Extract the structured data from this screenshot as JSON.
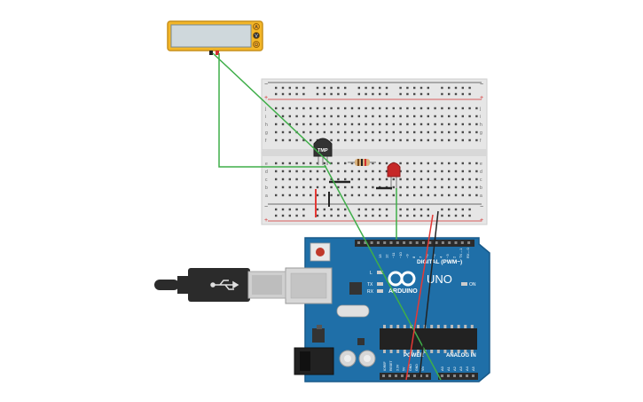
{
  "multimeter": {
    "mode_buttons": [
      "A",
      "V",
      "Ω"
    ],
    "colors": {
      "body": "#f4b728",
      "display": "#cfd8dc",
      "border": "#c8901a"
    }
  },
  "breadboard": {
    "row_letters_top": [
      "j",
      "i",
      "h",
      "g",
      "f"
    ],
    "row_letters_bottom": [
      "e",
      "d",
      "c",
      "b",
      "a"
    ],
    "rail_plus": "+",
    "rail_minus": "−",
    "column_count": 30,
    "colors": {
      "body": "#e6e6e6",
      "rail_red": "#d32f2f",
      "rail_black": "#424242",
      "hole": "#4a4a4a"
    }
  },
  "sensor": {
    "label": "TMP"
  },
  "arduino": {
    "brand": "ARDUINO",
    "model": "UNO",
    "digital_label": "DIGITAL (PWM~)",
    "analog_label": "ANALOG IN",
    "power_label": "POWER",
    "on_label": "ON",
    "tx_label": "TX",
    "rx_label": "RX",
    "l_label": "L",
    "ioref": "IOREF",
    "aref": "AREF",
    "gnd": "GND",
    "digital_pins": [
      "13",
      "12",
      "~11",
      "~10",
      "~9",
      "8",
      "7",
      "~6",
      "~5",
      "4",
      "~3",
      "2",
      "TX→1",
      "RX←0"
    ],
    "analog_pins": [
      "A0",
      "A1",
      "A2",
      "A3",
      "A4",
      "A5"
    ],
    "power_pins": [
      "IOREF",
      "RESET",
      "3.3V",
      "5V",
      "GND",
      "GND",
      "Vin"
    ],
    "colors": {
      "board": "#1f6fa8",
      "board_dark": "#185a8a",
      "text": "#ffffff"
    }
  },
  "usb": {
    "icon": "usb-icon",
    "colors": {
      "plug": "#2b2b2b",
      "metal": "#cfcfcf"
    }
  },
  "wires": {
    "colors": {
      "green": "#3fae49",
      "red": "#e53935",
      "black": "#222222"
    }
  }
}
